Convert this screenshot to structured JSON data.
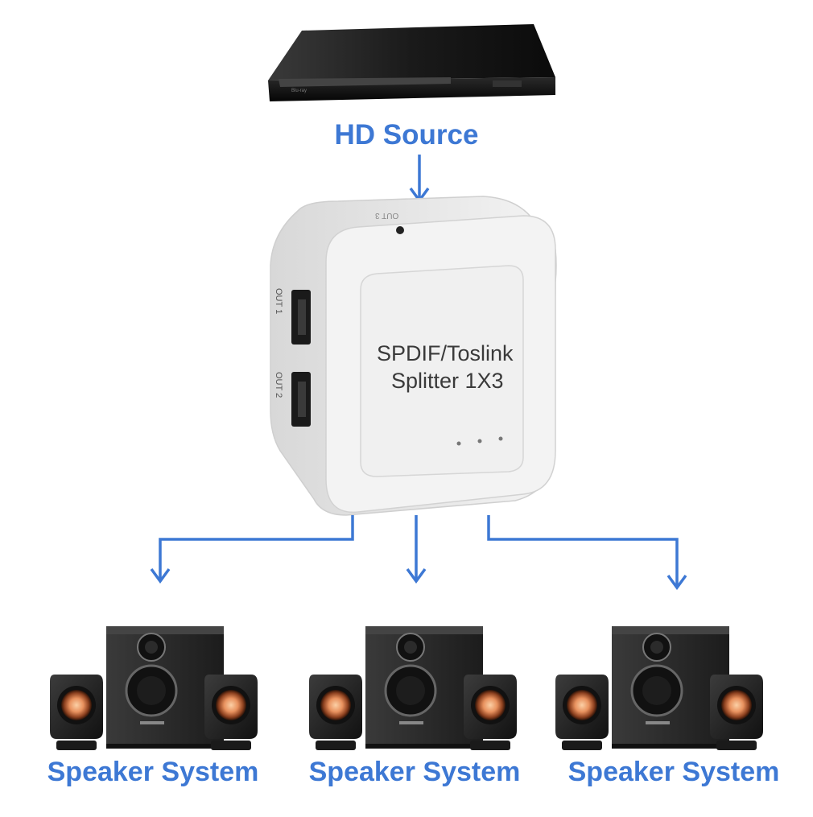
{
  "source": {
    "label": "HD Source"
  },
  "splitter": {
    "line1": "SPDIF/Toslink",
    "line2": "Splitter 1X3",
    "ports": [
      "OUT 1",
      "OUT 2"
    ],
    "top_port": "OUT 3"
  },
  "outputs": [
    {
      "label": "Speaker System"
    },
    {
      "label": "Speaker System"
    },
    {
      "label": "Speaker System"
    }
  ],
  "colors": {
    "accent": "#3d78d4",
    "device_body": "#f2f2f2",
    "player": "#111111",
    "speaker_body": "#2a2a2a",
    "driver": "#e89a6a"
  }
}
